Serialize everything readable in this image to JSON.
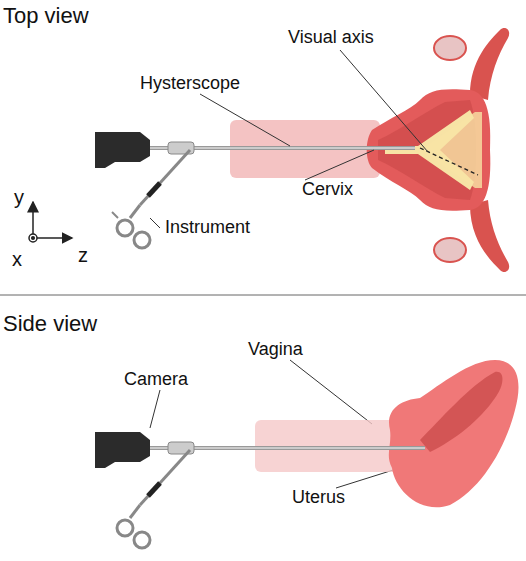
{
  "diagram": {
    "labels": [
      "Top view",
      "Visual axis",
      "Hysterscope",
      "Cervix",
      "Instrument",
      "y",
      "x",
      "z",
      "Side view",
      "Vagina",
      "Camera",
      "Uterus"
    ]
  }
}
